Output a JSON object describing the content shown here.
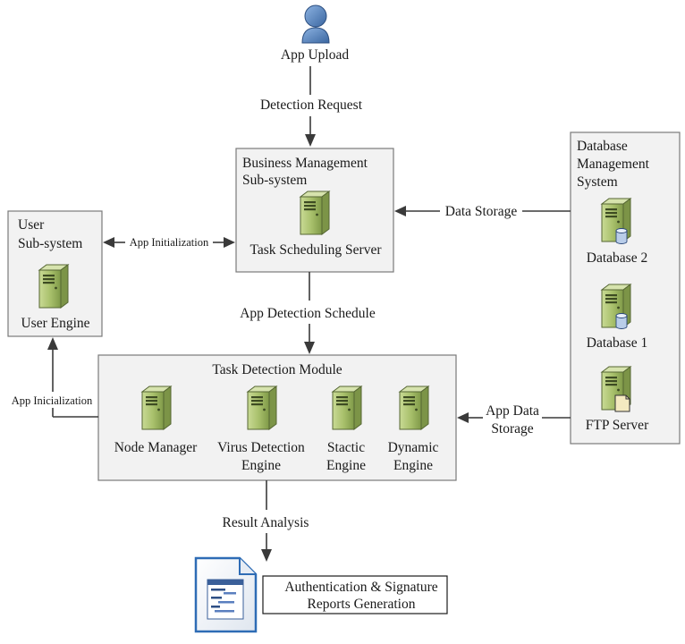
{
  "top": {
    "app_upload": "App Upload",
    "detection_request": "Detection Request"
  },
  "business": {
    "title_line1": "Business Management",
    "title_line2": "Sub-system",
    "server_label": "Task Scheduling Server"
  },
  "user": {
    "title_line1": "User",
    "title_line2": "Sub-system",
    "engine_label": "User Engine"
  },
  "database": {
    "title_line1": "Database",
    "title_line2": "Management",
    "title_line3": "System",
    "db2_label": "Database 2",
    "db1_label": "Database 1",
    "ftp_label": "FTP Server"
  },
  "detection": {
    "title": "Task Detection Module",
    "node_manager": "Node Manager",
    "virus_line1": "Virus Detection",
    "virus_line2": "Engine",
    "static_line1": "Stactic",
    "static_line2": "Engine",
    "dynamic_line1": "Dynamic",
    "dynamic_line2": "Engine"
  },
  "edges": {
    "data_storage": "Data Storage",
    "app_initialization": "App Initialization",
    "app_detection_schedule": "App Detection Schedule",
    "app_inicialization": "App Inicialization",
    "app_data_line1": "App Data",
    "app_data_line2": "Storage",
    "result_analysis": "Result Analysis"
  },
  "report": {
    "line1": "Authentication & Signature",
    "line2": "Reports Generation"
  },
  "colors": {
    "server_green": "#a7c06a",
    "server_dark": "#4a5a2a",
    "user_blue": "#4f81bd"
  }
}
